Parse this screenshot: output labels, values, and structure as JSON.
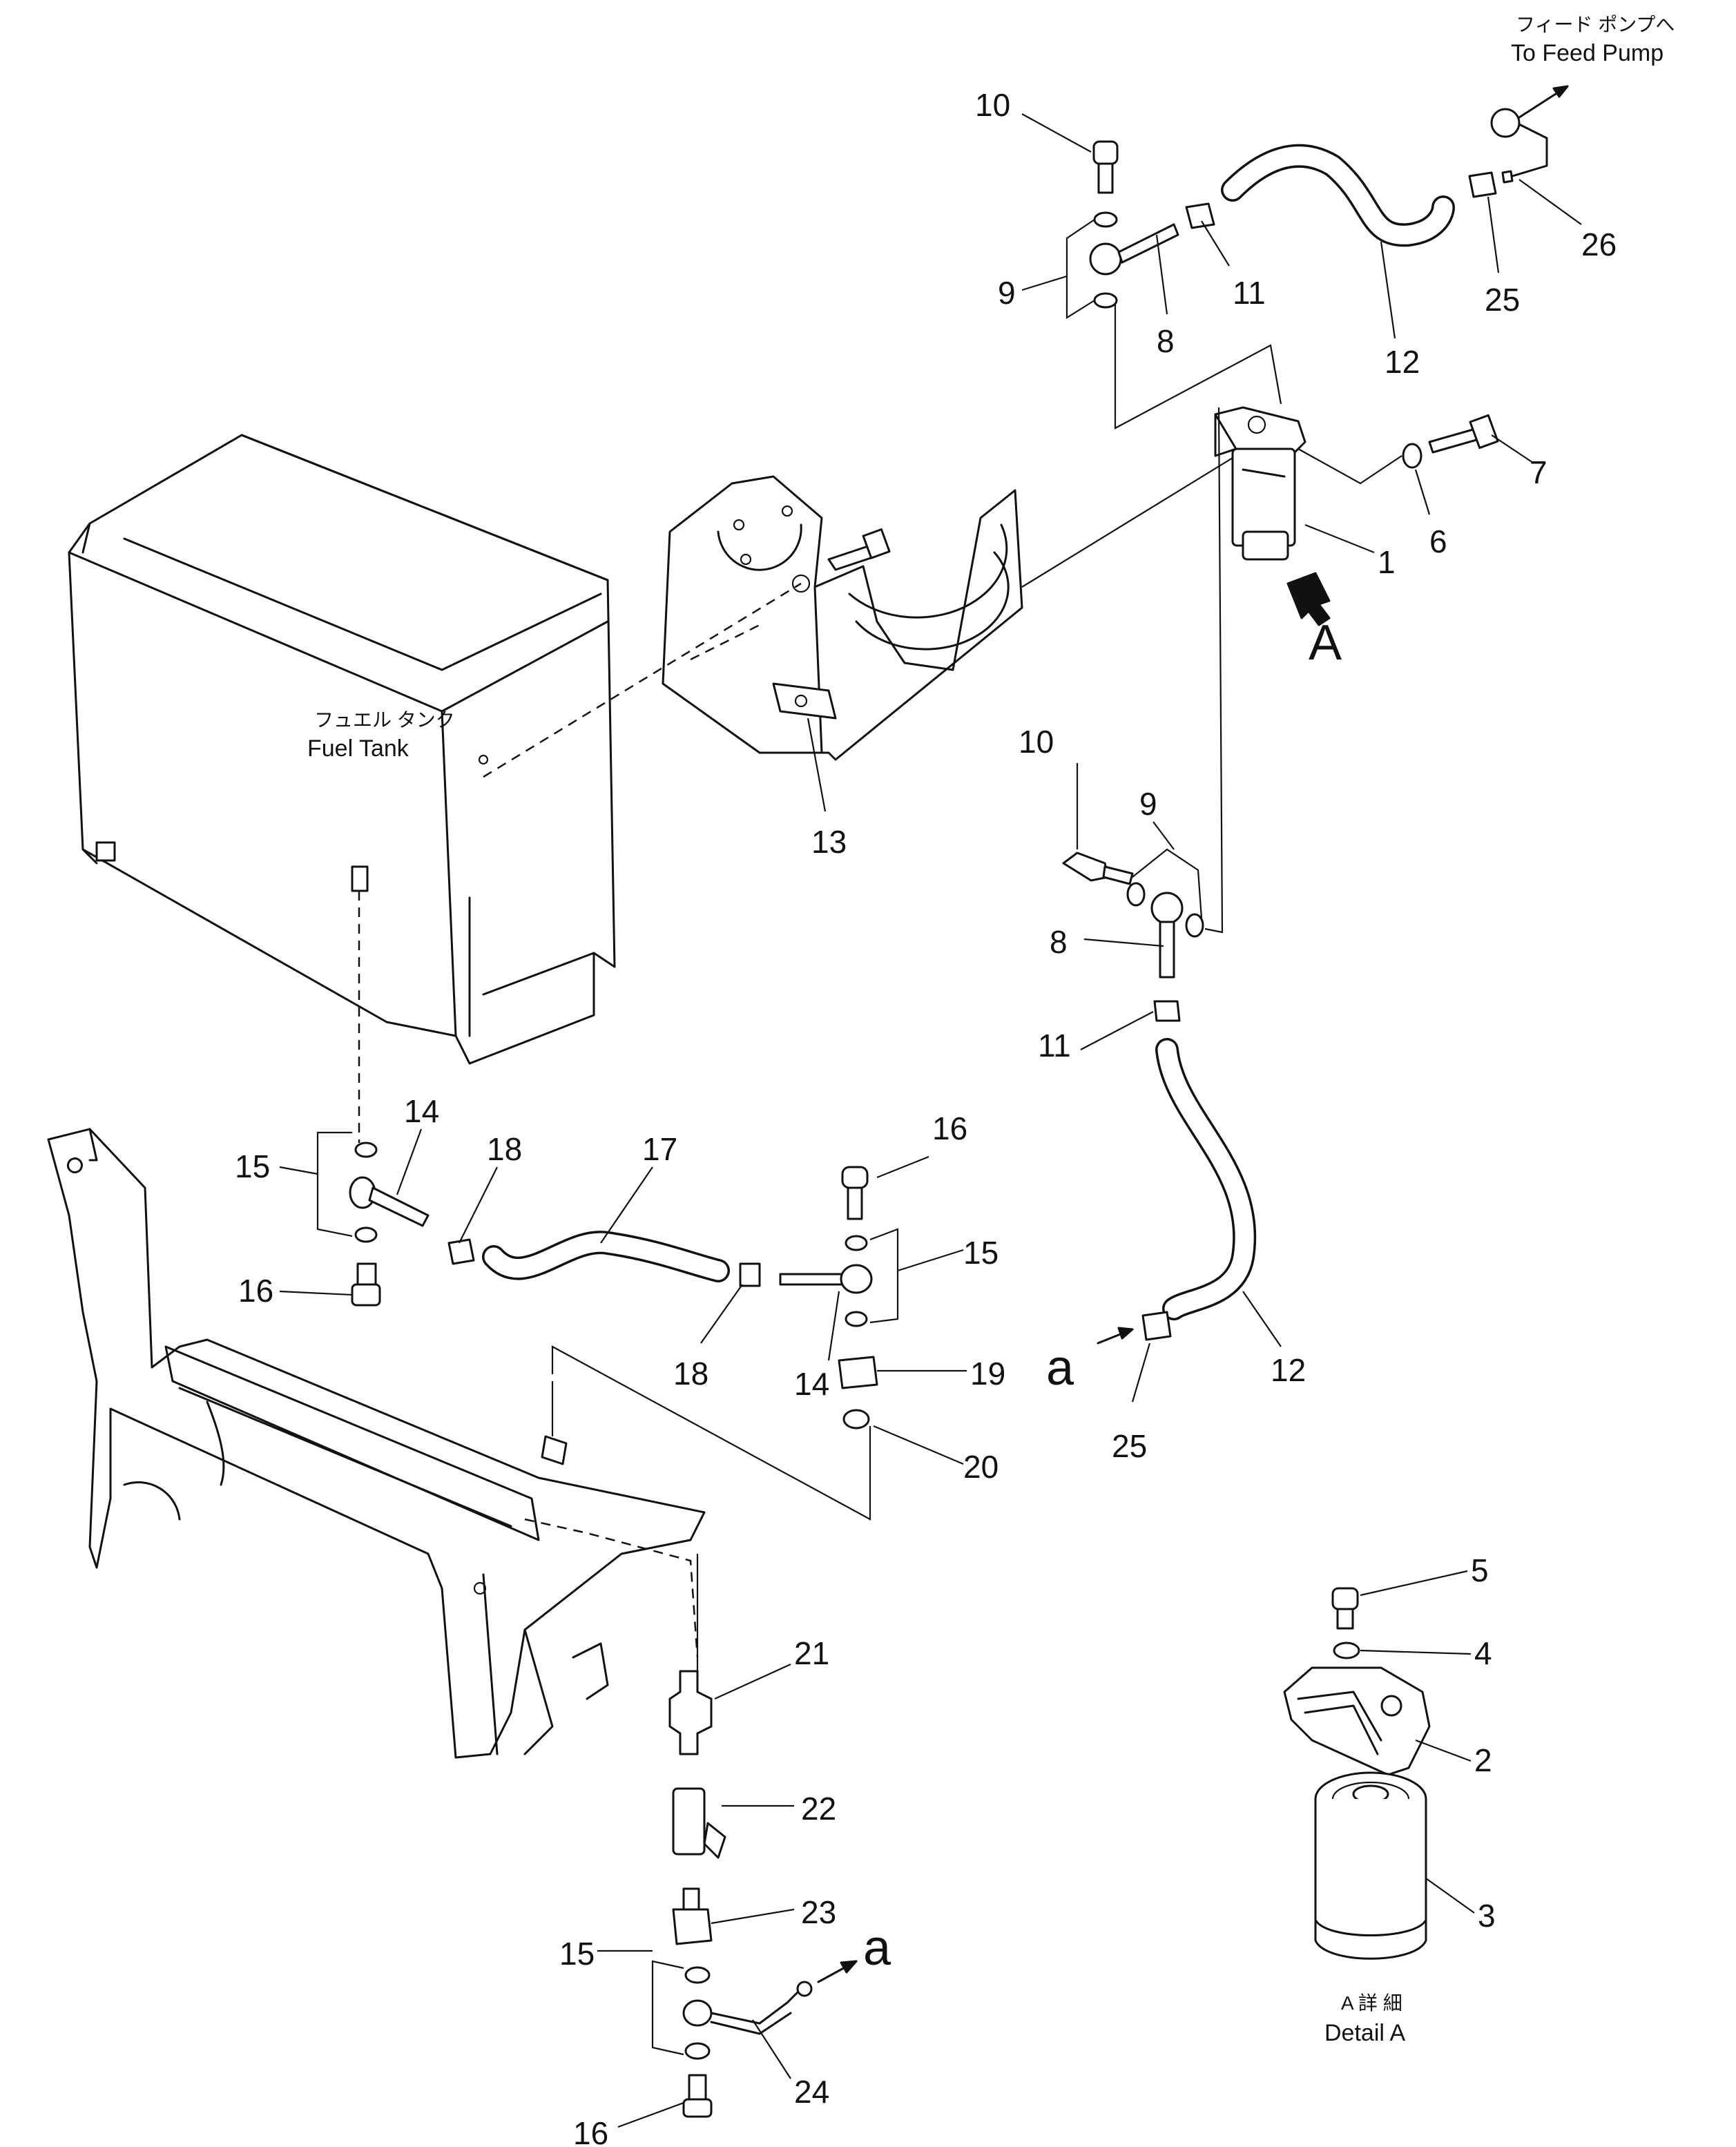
{
  "labels": {
    "fuel_tank_jp": "フュエル タンク",
    "fuel_tank_en": "Fuel Tank",
    "feed_pump_jp": "フィード ポンプへ",
    "feed_pump_en": "To Feed Pump",
    "detail_jp": "A 詳 細",
    "detail_en": "Detail A",
    "view_a": "A",
    "conn_a_left": "a",
    "conn_a_bottom": "a"
  },
  "callouts": [
    "10",
    "9",
    "8",
    "11",
    "12",
    "25",
    "26",
    "7",
    "6",
    "1",
    "13",
    "10",
    "9",
    "8",
    "11",
    "12",
    "25",
    "14",
    "15",
    "18",
    "17",
    "16",
    "16",
    "15",
    "18",
    "14",
    "19",
    "20",
    "21",
    "22",
    "23",
    "15",
    "24",
    "16",
    "5",
    "4",
    "2",
    "3"
  ]
}
